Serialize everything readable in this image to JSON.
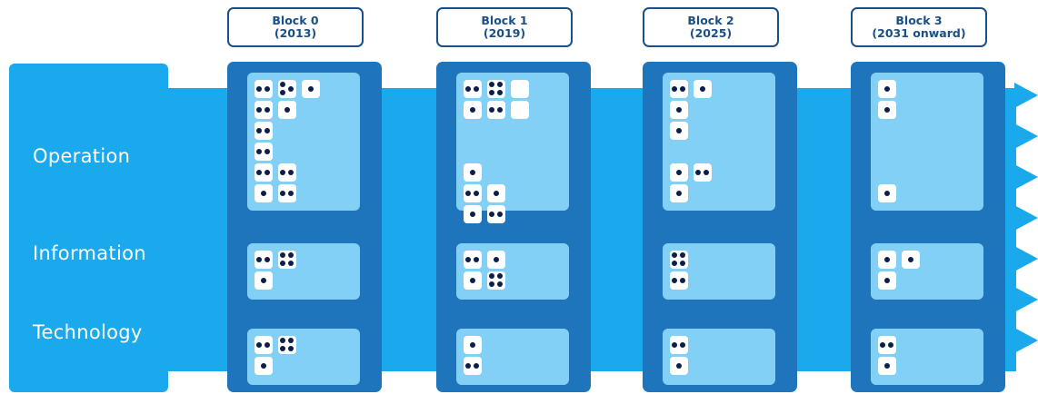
{
  "rows": [
    {
      "label": "Operation"
    },
    {
      "label": "Information"
    },
    {
      "label": "Technology"
    }
  ],
  "blocks": [
    {
      "title": "Block 0",
      "subtitle": "(2013)",
      "cells": [
        [
          [
            2,
            3,
            1
          ],
          [
            2,
            1
          ],
          [
            2
          ],
          [
            2
          ],
          [
            2,
            2
          ],
          [
            1,
            2
          ]
        ],
        [
          [
            2,
            4
          ],
          [
            1
          ]
        ],
        [
          [
            2,
            4
          ],
          [
            1
          ]
        ]
      ]
    },
    {
      "title": "Block 1",
      "subtitle": "(2019)",
      "cells": [
        [
          [
            2,
            4,
            0
          ],
          [
            1,
            2,
            0
          ],
          [],
          [],
          [
            1
          ],
          [
            2,
            1
          ],
          [
            1,
            2
          ]
        ],
        [
          [
            2,
            1
          ],
          [
            1,
            4
          ]
        ],
        [
          [
            1
          ],
          [
            2
          ]
        ]
      ]
    },
    {
      "title": "Block 2",
      "subtitle": "(2025)",
      "cells": [
        [
          [
            2,
            1
          ],
          [
            1
          ],
          [
            1
          ],
          [],
          [
            1,
            2
          ],
          [
            1
          ]
        ],
        [
          [
            4
          ],
          [
            2
          ]
        ],
        [
          [
            2
          ],
          [
            1
          ]
        ]
      ]
    },
    {
      "title": "Block 3",
      "subtitle": "(2031 onward)",
      "cells": [
        [
          [
            1
          ],
          [
            1
          ],
          [],
          [],
          [],
          [
            1
          ]
        ],
        [
          [
            1,
            1
          ],
          [
            1
          ]
        ],
        [
          [
            2
          ],
          [
            1
          ]
        ]
      ]
    }
  ],
  "colors": {
    "band": "#1aa9ec",
    "block_column": "#1f75bc",
    "cell": "#82d0f6",
    "chip": "#ffffff",
    "dot": "#0c1f4a",
    "header_border": "#1b4f87"
  }
}
